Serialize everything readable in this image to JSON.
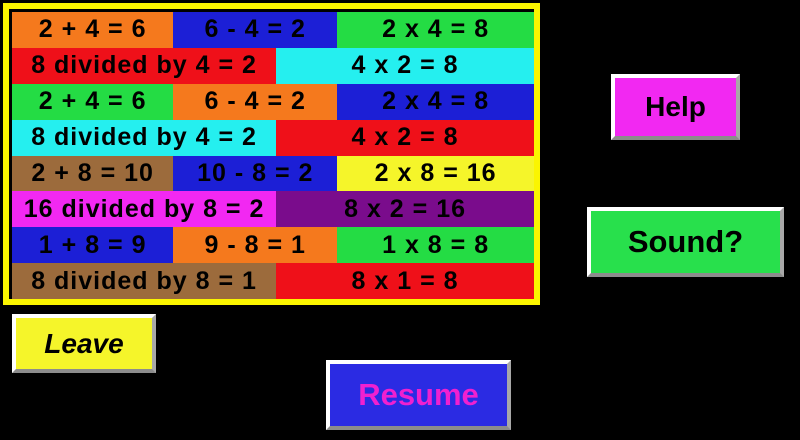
{
  "colors": {
    "background": "#000000",
    "board_border": "#FBF500",
    "orange": "#F5791D",
    "blue": "#1C1FD6",
    "green": "#24DC44",
    "red": "#EF1019",
    "cyan": "#25EFEF",
    "brown": "#9C6B3C",
    "yellow": "#F5F52A",
    "magenta": "#F228F2",
    "purple": "#7A0C8C",
    "text": "#000000"
  },
  "board": {
    "rows": [
      {
        "cells": [
          {
            "text": "2 + 4 = 6",
            "color": "#F5791D"
          },
          {
            "text": "6 - 4 = 2",
            "color": "#1C1FD6"
          },
          {
            "text": "2 x 4 = 8",
            "color": "#24DC44"
          }
        ]
      },
      {
        "cells": [
          {
            "text": "8 divided by 4 = 2",
            "color": "#EF1019"
          },
          {
            "text": "4 x 2 = 8",
            "color": "#25EFEF"
          }
        ]
      },
      {
        "cells": [
          {
            "text": "2 + 4 = 6",
            "color": "#24DC44"
          },
          {
            "text": "6 - 4 = 2",
            "color": "#F5791D"
          },
          {
            "text": "2 x 4 = 8",
            "color": "#1C1FD6"
          }
        ]
      },
      {
        "cells": [
          {
            "text": "8 divided by 4 = 2",
            "color": "#25EFEF"
          },
          {
            "text": "4 x 2 = 8",
            "color": "#EF1019"
          }
        ]
      },
      {
        "cells": [
          {
            "text": "2 + 8 = 10",
            "color": "#9C6B3C"
          },
          {
            "text": "10 - 8 = 2",
            "color": "#1C1FD6"
          },
          {
            "text": "2 x 8 = 16",
            "color": "#F5F52A"
          }
        ]
      },
      {
        "cells": [
          {
            "text": "16 divided by 8 = 2",
            "color": "#F228F2"
          },
          {
            "text": "8 x 2 = 16",
            "color": "#7A0C8C"
          }
        ]
      },
      {
        "cells": [
          {
            "text": "1 + 8 = 9",
            "color": "#1C1FD6"
          },
          {
            "text": "9 - 8 = 1",
            "color": "#F5791D"
          },
          {
            "text": "1 x 8 = 8",
            "color": "#24DC44"
          }
        ]
      },
      {
        "cells": [
          {
            "text": "8 divided by 8 = 1",
            "color": "#9C6B3C"
          },
          {
            "text": "8 x 1 = 8",
            "color": "#EF1019"
          }
        ]
      }
    ]
  },
  "buttons": {
    "help": {
      "label": "Help",
      "bg": "#F228F2",
      "fg": "#000000"
    },
    "sound": {
      "label": "Sound?",
      "bg": "#28E04C",
      "fg": "#000000"
    },
    "leave": {
      "label": "Leave",
      "bg": "#F5F52A",
      "fg": "#000000"
    },
    "resume": {
      "label": "Resume",
      "bg": "#2B2BE3",
      "fg": "#F020D0"
    }
  }
}
